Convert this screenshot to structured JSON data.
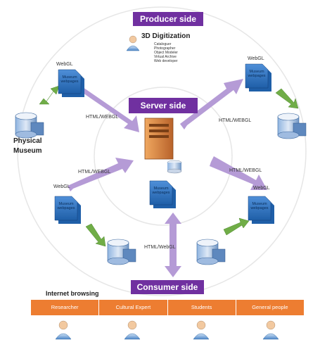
{
  "producer": {
    "title": "Producer side",
    "digitization_title": "3D Digitization",
    "roles": [
      "Cataloguer",
      "Photographer",
      "Object Modeler",
      "Virtual Archive",
      "Web developer"
    ]
  },
  "server": {
    "title": "Server side"
  },
  "consumer": {
    "title": "Consumer side",
    "browsing_label": "Internet browsing"
  },
  "physical_museum": [
    "Physical",
    "Museum"
  ],
  "webgl_label": "WebGL",
  "museum_webpages": "Museum webpages",
  "protocol_labels": {
    "upper_left": "HTML/WEBGL",
    "upper_right": "HTML/WEBGL",
    "lower_left": "HTML/WEBGL",
    "lower_right": "HTML/WEBGL",
    "bottom": "HTML/WebGL"
  },
  "consumers": [
    "Researcher",
    "Cultural Expert",
    "Students",
    "General people"
  ],
  "colors": {
    "accent": "#7030a0",
    "arrow": "#b59bd6",
    "green_arrow": "#70ad47",
    "bar": "#ed7d31",
    "server": "#d9843b"
  }
}
